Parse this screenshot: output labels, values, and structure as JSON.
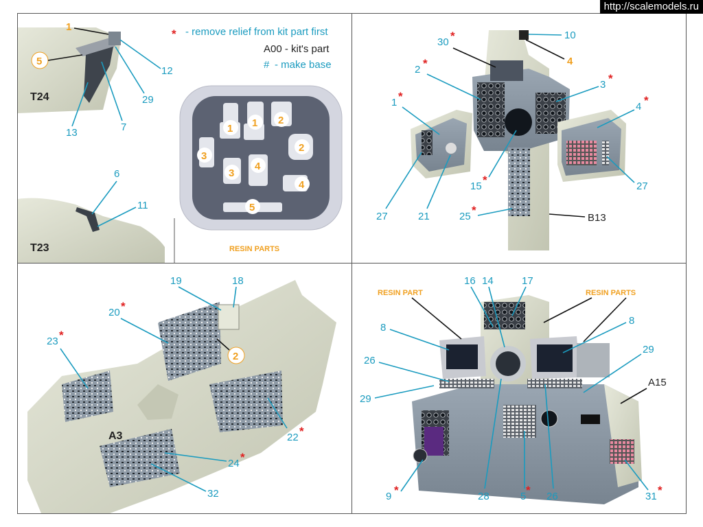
{
  "watermark": "http://scalemodels.ru",
  "legend": {
    "star": "*",
    "remove_relief": "- remove relief from kit part first",
    "kit_part": "A00 - kit's part",
    "hash": "#",
    "make_base": "- make base"
  },
  "resin_parts_label": "RESIN PARTS",
  "resin_part_label": "RESIN PART",
  "kit_parts": {
    "t24": "T24",
    "t23": "T23",
    "b13": "B13",
    "a3": "A3",
    "a15": "A15"
  },
  "callouts": {
    "p1_1": "1",
    "p1_5": "5",
    "p1_12": "12",
    "p1_29": "29",
    "p1_7": "7",
    "p1_13": "13",
    "p1_6": "6",
    "p1_11": "11",
    "r_1a": "1",
    "r_1b": "1",
    "r_2a": "2",
    "r_2b": "2",
    "r_3a": "3",
    "r_3b": "3",
    "r_4a": "4",
    "r_4b": "4",
    "r_5": "5",
    "p2_10": "10",
    "p2_4o": "4",
    "p2_30": "30",
    "p2_2": "2",
    "p2_3": "3",
    "p2_1": "1",
    "p2_4": "4",
    "p2_27a": "27",
    "p2_21": "21",
    "p2_15": "15",
    "p2_25": "25",
    "p2_27b": "27",
    "p3_19": "19",
    "p3_18": "18",
    "p3_20": "20",
    "p3_23": "23",
    "p3_2o": "2",
    "p3_22": "22",
    "p3_24": "24",
    "p3_32": "32",
    "p4_16": "16",
    "p4_14": "14",
    "p4_17": "17",
    "p4_8a": "8",
    "p4_8b": "8",
    "p4_26a": "26",
    "p4_29a": "29",
    "p4_29b": "29",
    "p4_9": "9",
    "p4_28": "28",
    "p4_5": "5",
    "p4_26b": "26",
    "p4_31": "31"
  },
  "colors": {
    "callout_blue": "#1a9bbf",
    "callout_orange": "#f0a020",
    "star_red": "#e02020",
    "kit_plastic": "#d8dac8",
    "panel_gray": "#8c98a4"
  }
}
